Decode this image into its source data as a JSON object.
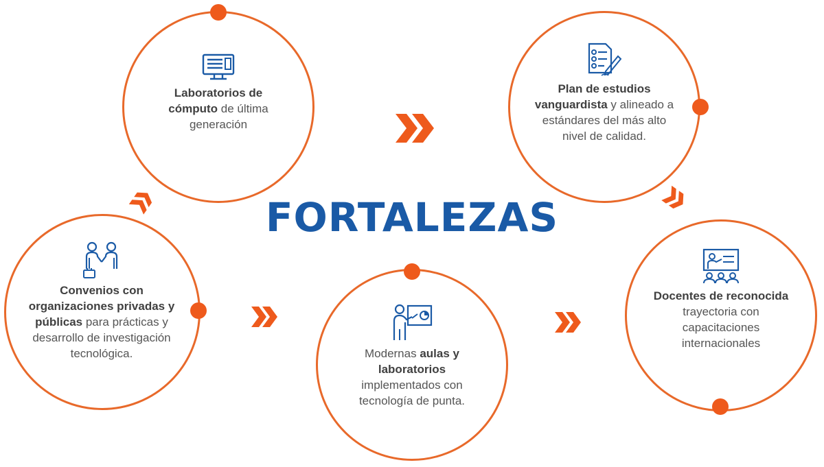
{
  "title": "FORTALEZAS",
  "colors": {
    "accent": "#ee5a1c",
    "ring": "#e8692a",
    "title": "#1a5aa6",
    "icon": "#1a5aa6"
  },
  "items": [
    {
      "icon": "computer-monitor-icon",
      "bold": "Laboratorios de cómputo",
      "text": " de última generación"
    },
    {
      "icon": "checklist-pen-icon",
      "bold": "Plan de estudios vanguardista",
      "text": " y alineado a estándares del más alto nivel de calidad."
    },
    {
      "icon": "handshake-icon",
      "bold": "Convenios con organizaciones privadas y públicas",
      "text": " para prácticas y desarrollo de investigación tecnológica."
    },
    {
      "icon": "presentation-chart-icon",
      "pre": "Modernas ",
      "bold": "aulas y laboratorios",
      "text": " implementados con tecnología de punta."
    },
    {
      "icon": "teacher-classroom-icon",
      "bold": "Docentes de reconocida",
      "text": " trayectoria con capacitaciones internacionales"
    }
  ]
}
